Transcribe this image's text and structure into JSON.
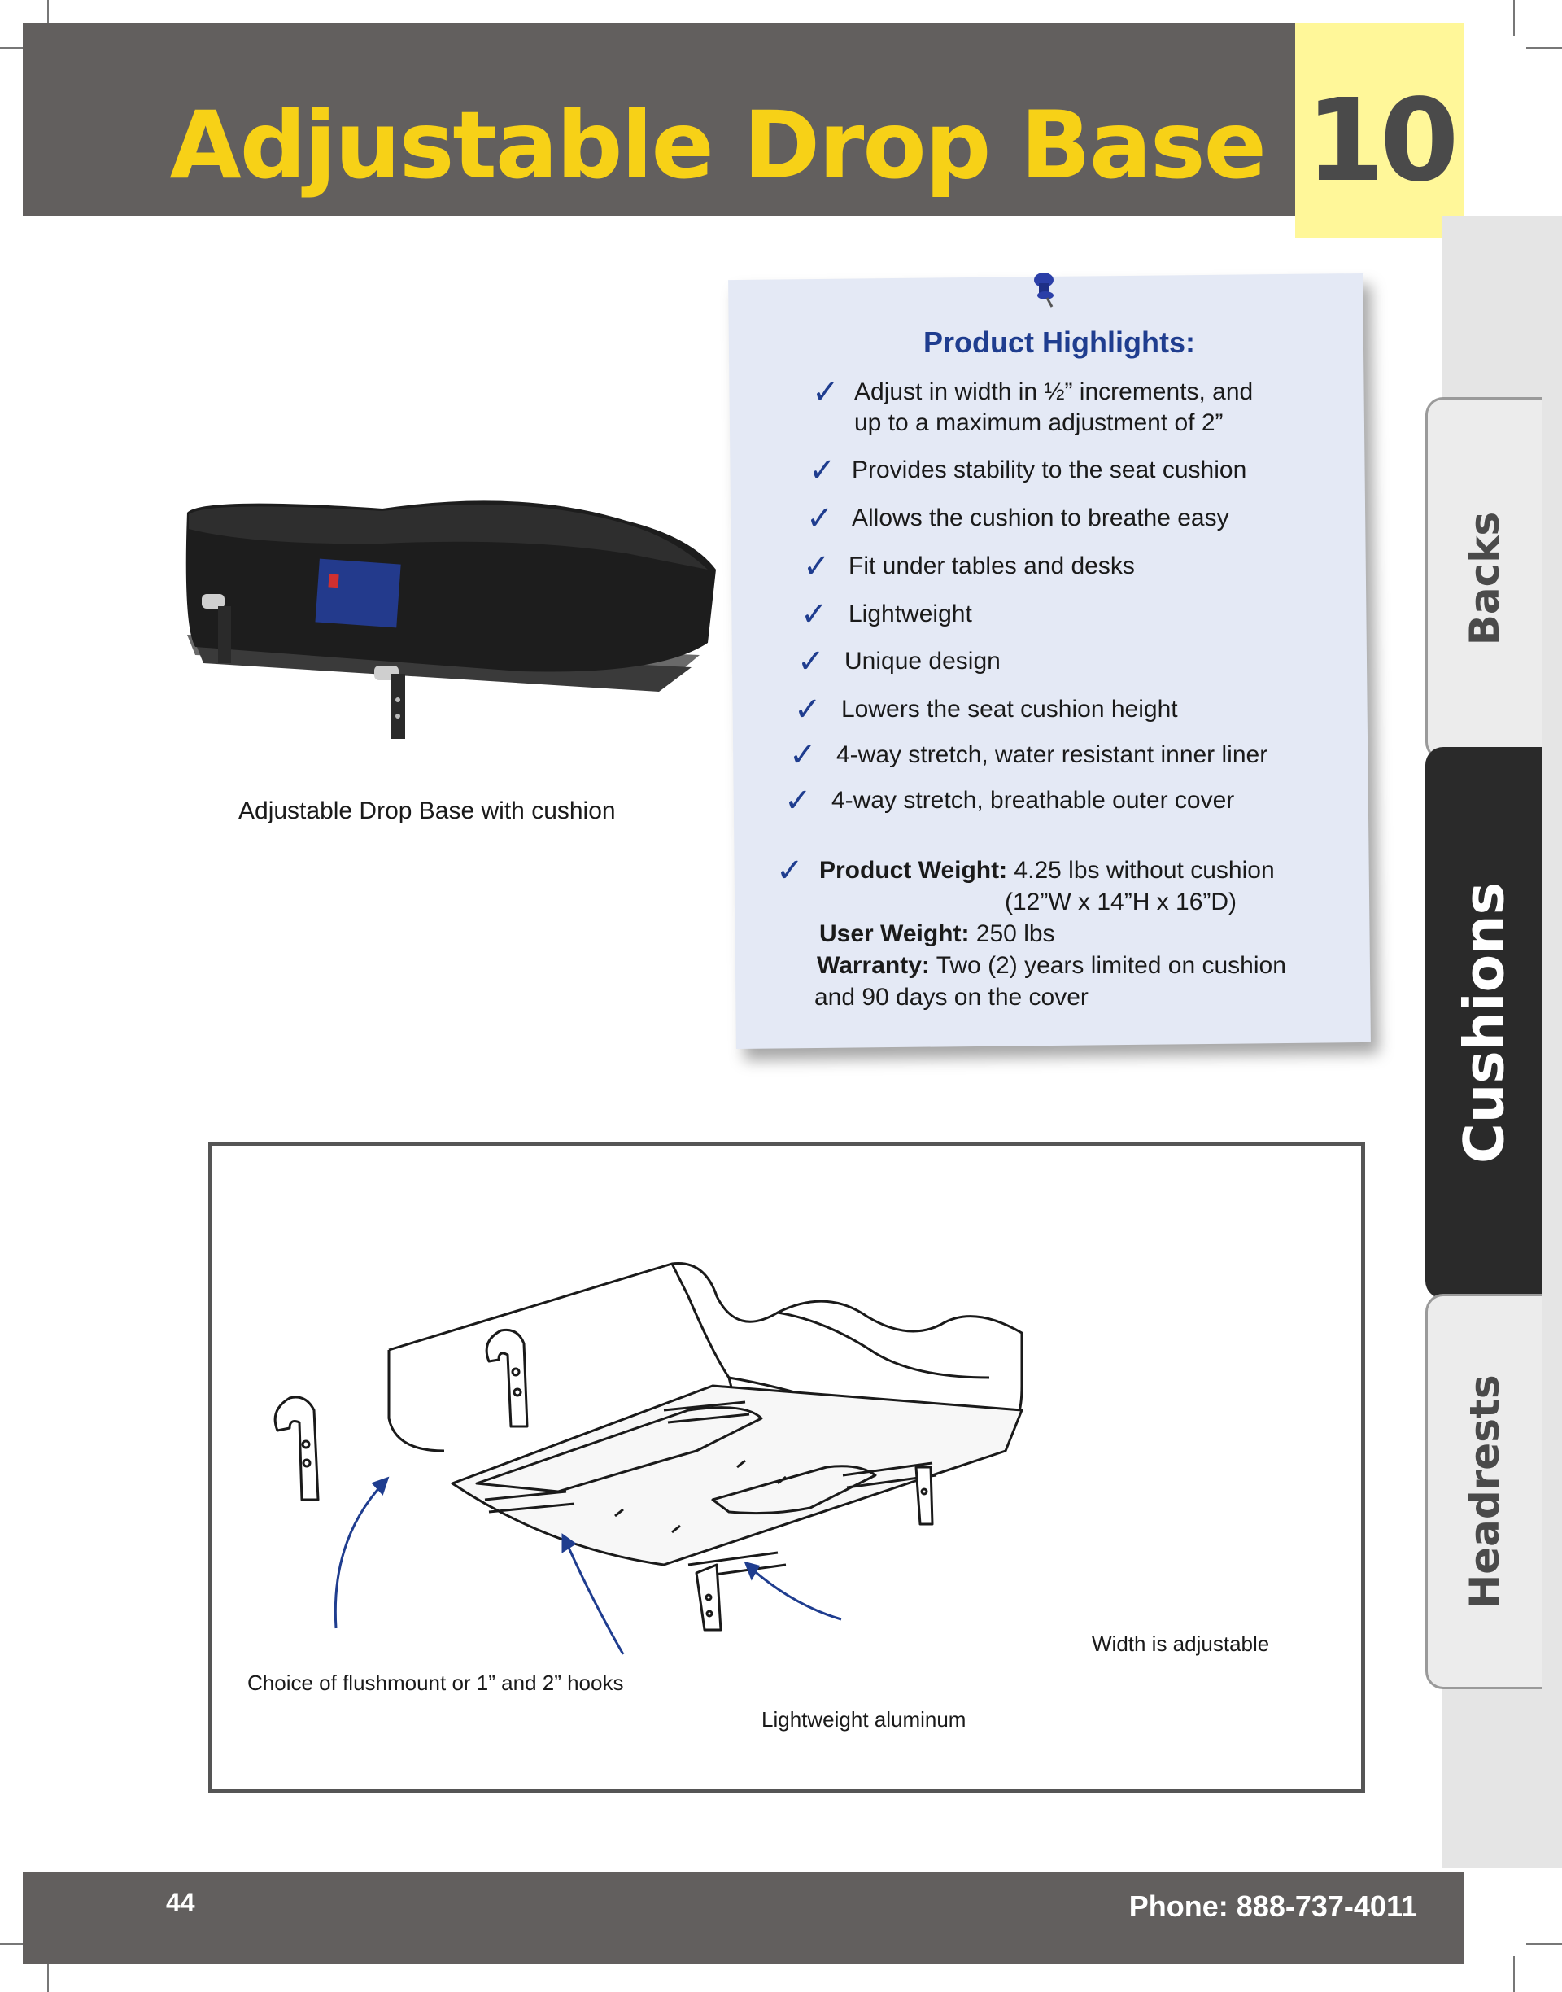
{
  "header": {
    "title": "Adjustable Drop Base",
    "chapter_number": "10"
  },
  "tabs": [
    {
      "label": "Backs",
      "active": false
    },
    {
      "label": "Cushions",
      "active": true
    },
    {
      "label": "Headrests",
      "active": false
    }
  ],
  "product_photo": {
    "caption": "Adjustable Drop Base with cushion"
  },
  "highlights": {
    "title": "Product Highlights:",
    "items": [
      {
        "line1": "Adjust in width in ½” increments, and",
        "line2": "up to a maximum adjustment of 2”"
      },
      {
        "line1": "Provides stability to the seat cushion"
      },
      {
        "line1": "Allows the cushion to breathe easy"
      },
      {
        "line1": "Fit under tables and desks"
      },
      {
        "line1": "Lightweight"
      },
      {
        "line1": "Unique design"
      },
      {
        "line1": "Lowers the seat cushion height"
      },
      {
        "line1": "4-way stretch, water resistant inner liner"
      },
      {
        "line1": "4-way stretch, breathable outer cover"
      }
    ],
    "specs": {
      "weight_label": "Product Weight:",
      "weight_value": " 4.25 lbs without cushion",
      "weight_dims": "(12”W x 14”H x 16”D)",
      "user_weight_label": "User Weight:",
      "user_weight_value": " 250 lbs",
      "warranty_label": "Warranty:",
      "warranty_value": " Two (2) years limited on cushion",
      "warranty_value2": "and 90 days on the cover"
    }
  },
  "diagram": {
    "labels": {
      "hooks": "Choice of flushmount or 1” and 2” hooks",
      "aluminum": "Lightweight aluminum",
      "width": "Width is adjustable"
    }
  },
  "footer": {
    "page_number": "44",
    "phone": "Phone: 888-737-4011"
  },
  "colors": {
    "header_gray": "#625f5e",
    "title_yellow": "#f7d117",
    "chapter_box": "#fff799",
    "accent_blue": "#1f3d8f",
    "card_bg": "#e4e9f5"
  }
}
